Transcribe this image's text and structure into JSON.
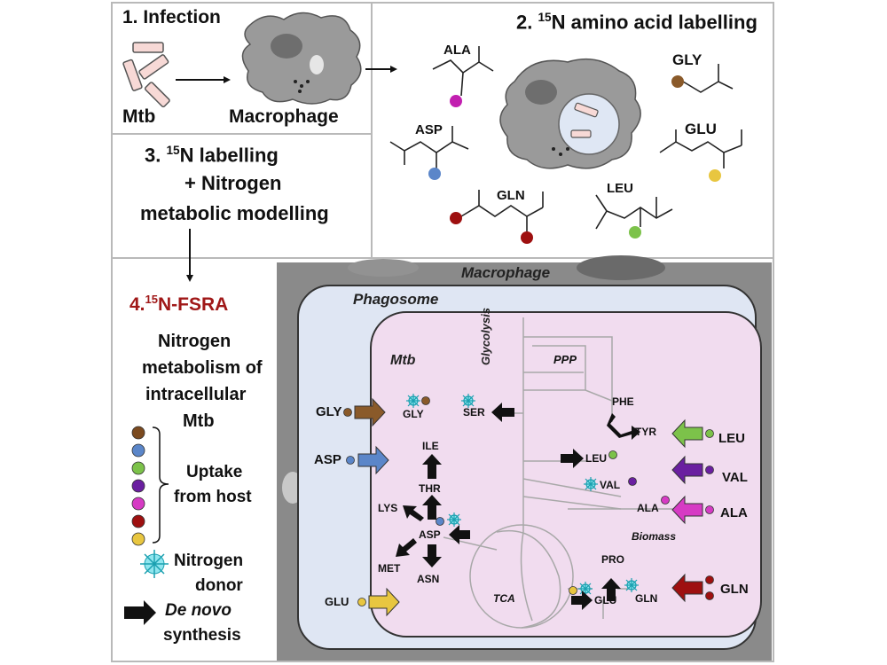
{
  "panel1": {
    "title": "1. Infection",
    "mtb_label": "Mtb",
    "macrophage_label": "Macrophage"
  },
  "panel2": {
    "title_sup": "15",
    "title_pre": "2. ",
    "title_post": "N amino acid labelling",
    "molecules": {
      "ala": "ALA",
      "gly": "GLY",
      "asp": "ASP",
      "glu": "GLU",
      "gln": "GLN",
      "leu": "LEU"
    }
  },
  "panel3": {
    "line1_pre": "3. ",
    "line1_sup": "15",
    "line1_post": "N labelling",
    "line2": "+ Nitrogen",
    "line3": "metabolic modelling"
  },
  "panel4": {
    "title_pre": "4.",
    "title_sup": "15",
    "title_post": "N-FSRA",
    "subtitle_lines": [
      "Nitrogen",
      "metabolism of",
      "intracellular",
      "Mtb"
    ],
    "uptake_lines": [
      "Uptake",
      "from host"
    ],
    "donor_lines": [
      "Nitrogen",
      "donor"
    ],
    "denovo_lines": [
      "De novo",
      "synthesis"
    ],
    "dot_colors": [
      "#7b4a1f",
      "#5b86c9",
      "#7cc24a",
      "#6a1fa0",
      "#d63bc4",
      "#9e1010",
      "#e8c640"
    ]
  },
  "diagram": {
    "macrophage": "Macrophage",
    "phagosome": "Phagosome",
    "mtb": "Mtb",
    "glycolysis": "Glycolysis",
    "ppp": "PPP",
    "tca": "TCA",
    "biomass": "Biomass",
    "aa": {
      "gly_in": "GLY",
      "gly": "GLY",
      "ser": "SER",
      "asp_in": "ASP",
      "ile": "ILE",
      "thr": "THR",
      "lys": "LYS",
      "asp": "ASP",
      "met": "MET",
      "asn": "ASN",
      "glu_in": "GLU",
      "phe": "PHE",
      "tyr": "TYR",
      "leu_in": "LEU",
      "leu": "LEU",
      "val_in": "VAL",
      "val": "VAL",
      "ala_in": "ALA",
      "ala": "ALA",
      "pro": "PRO",
      "glu": "GLU",
      "gln": "GLN",
      "gln_in": "GLN"
    }
  }
}
